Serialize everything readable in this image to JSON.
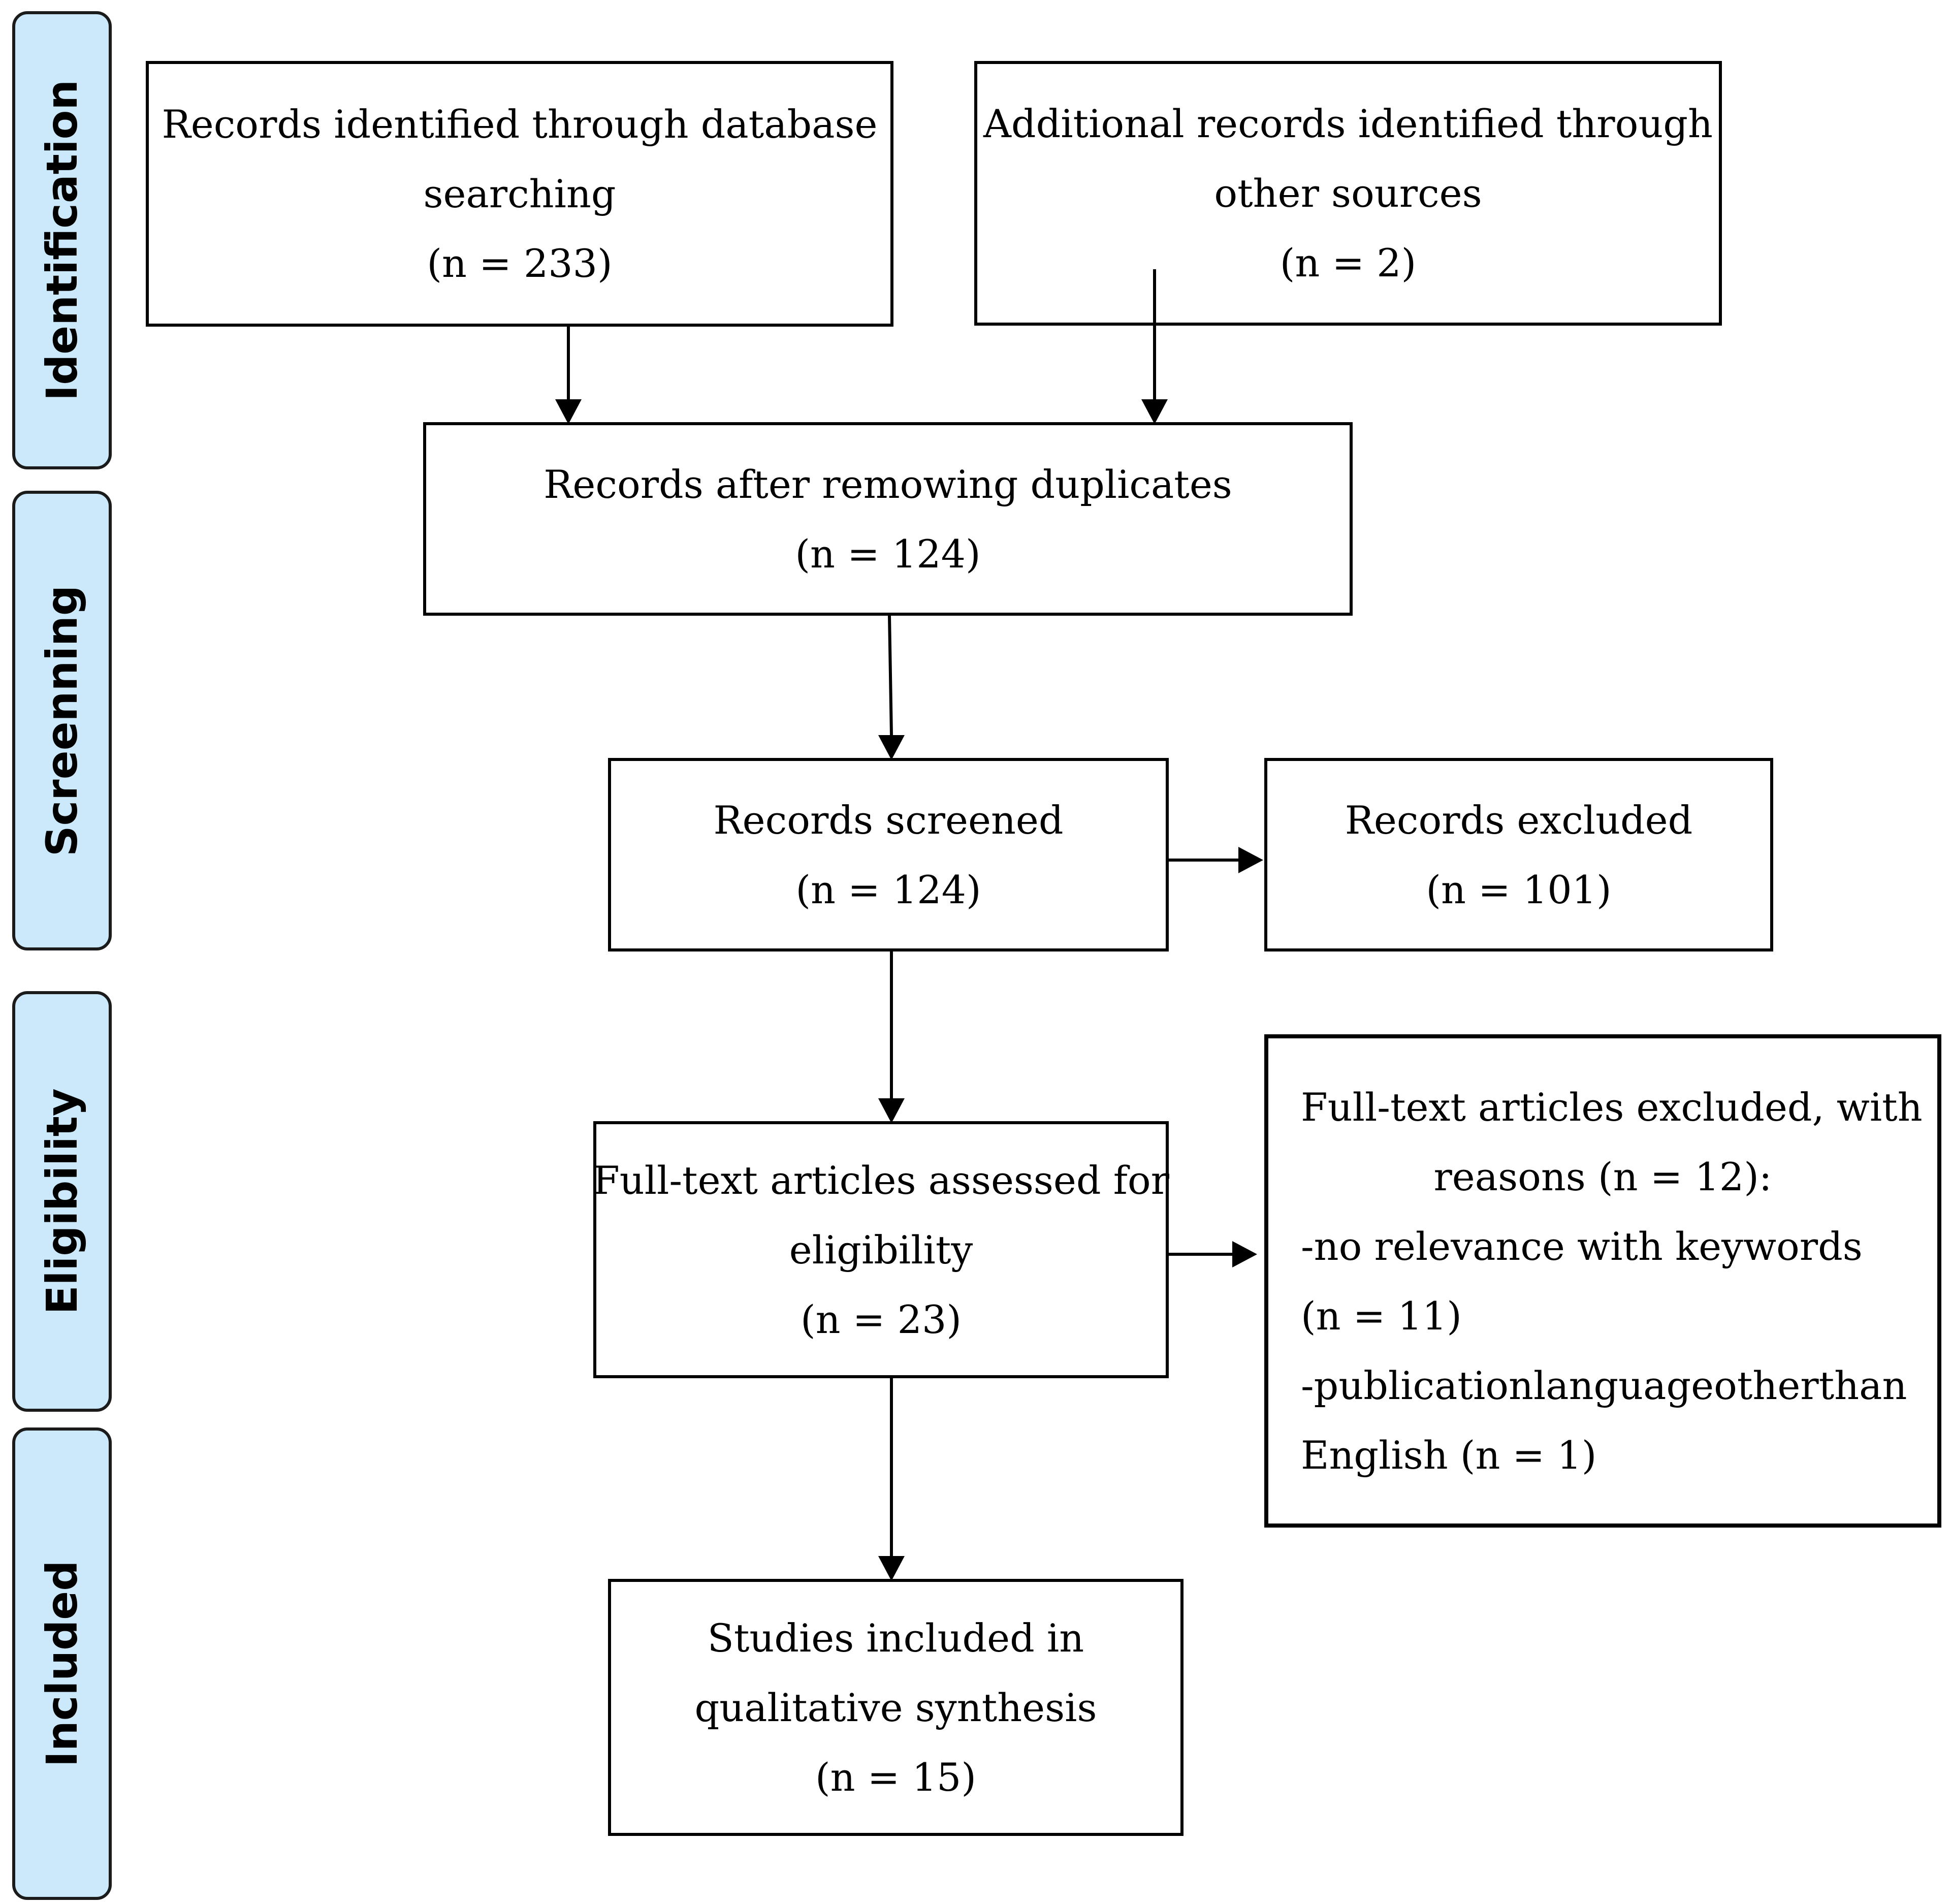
{
  "phases": {
    "identification": "Identification",
    "screening": "Screenning",
    "eligibility": "Eligibility",
    "included": "Included"
  },
  "boxes": {
    "database_records": {
      "lines": [
        "Records identified through database",
        "searching",
        "(n = 233)"
      ],
      "n": 233
    },
    "additional_records": {
      "lines": [
        "Additional records identified through",
        "other sources",
        "(n = 2)"
      ],
      "n": 2
    },
    "after_duplicates": {
      "lines": [
        "Records after remowing duplicates",
        "(n = 124)"
      ],
      "n": 124
    },
    "screened": {
      "lines": [
        "Records screened",
        "(n = 124)"
      ],
      "n": 124
    },
    "excluded": {
      "lines": [
        "Records excluded",
        "(n = 101)"
      ],
      "n": 101
    },
    "full_text_assessed": {
      "lines": [
        "Full-text articles assessed for",
        "eligibility",
        "(n = 23)"
      ],
      "n": 23
    },
    "full_text_excluded": {
      "lines": [
        "Full-text articles excluded, with",
        "reasons (n = 12):",
        "-no relevance with keywords",
        "(n = 11)",
        "-publication language other than",
        "English (n = 1)"
      ],
      "n": 12
    },
    "included_studies": {
      "lines": [
        "Studies included in",
        "qualitative synthesis",
        "(n = 15)"
      ],
      "n": 15
    }
  },
  "colors": {
    "phase_fill": "#cce9fb",
    "stroke": "#000000"
  }
}
